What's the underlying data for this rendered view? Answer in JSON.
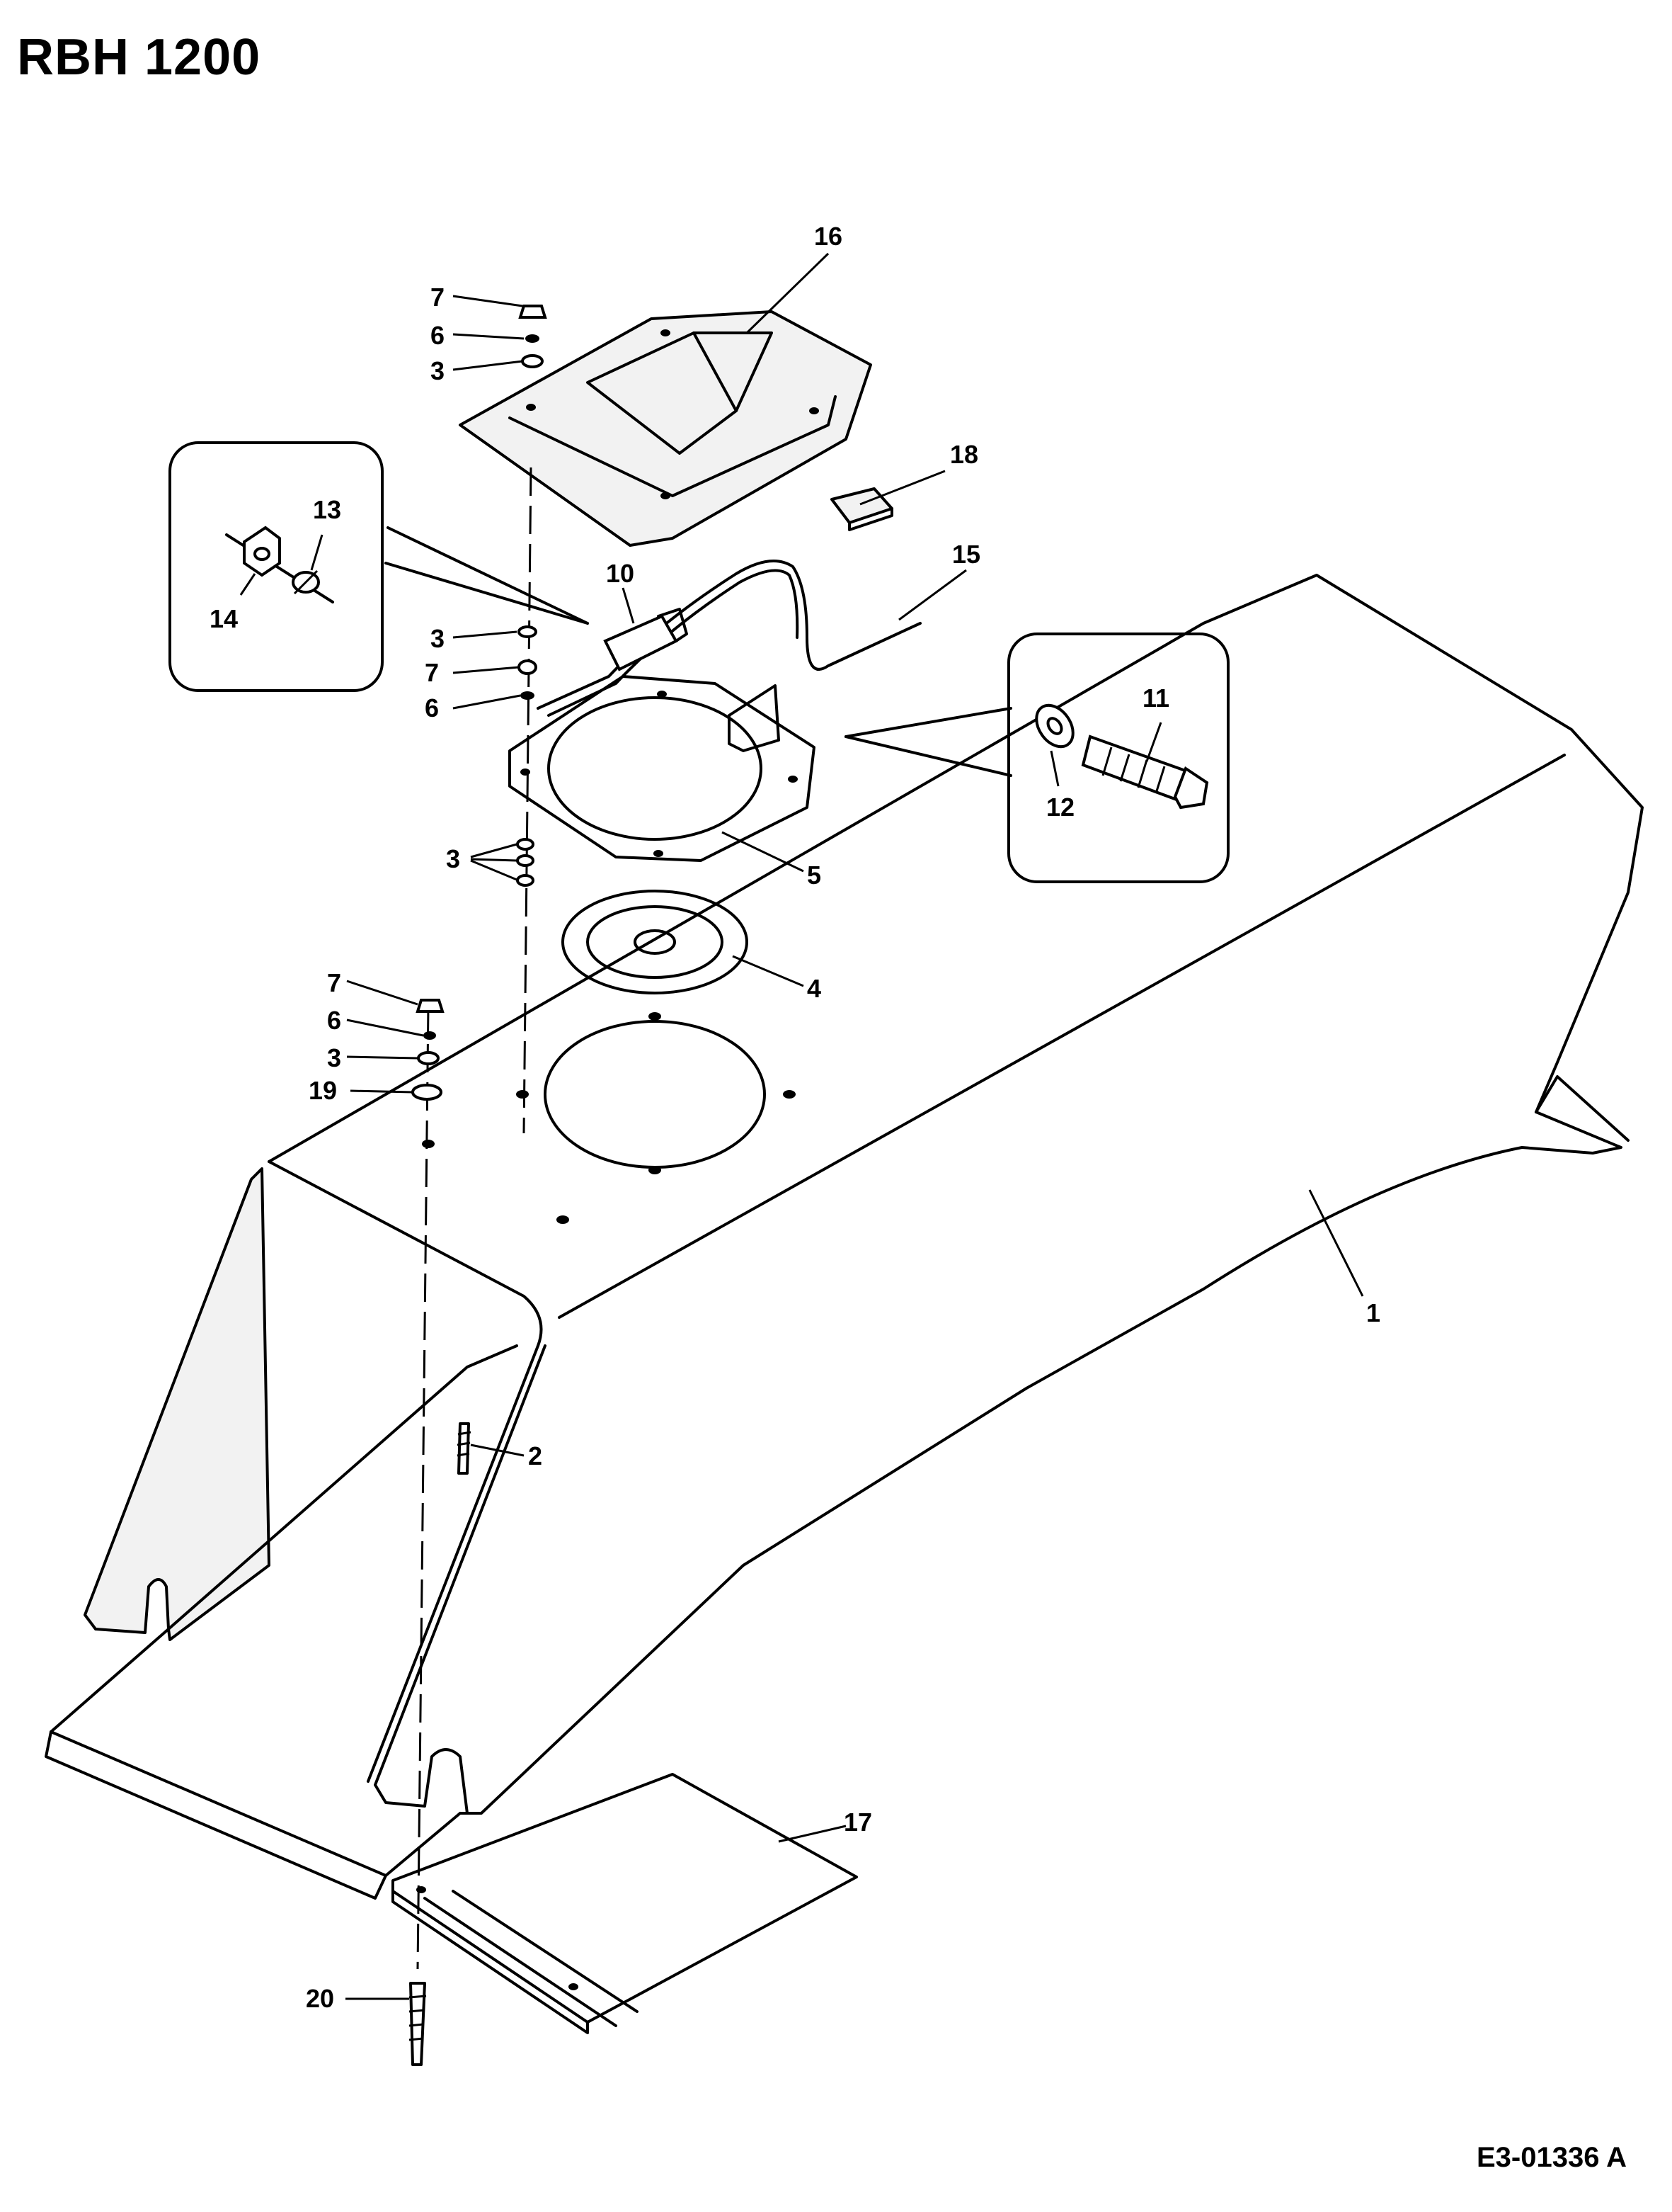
{
  "title": "RBH 1200",
  "doc_code": "E3-01336 A",
  "callouts": {
    "c1": "1",
    "c2": "2",
    "c3a": "3",
    "c3b": "3",
    "c3c": "3",
    "c3d": "3",
    "c4": "4",
    "c5": "5",
    "c6a": "6",
    "c6b": "6",
    "c6c": "6",
    "c7a": "7",
    "c7b": "7",
    "c7c": "7",
    "c10": "10",
    "c11": "11",
    "c12": "12",
    "c13": "13",
    "c14": "14",
    "c15": "15",
    "c16": "16",
    "c17": "17",
    "c18": "18",
    "c19": "19",
    "c20": "20"
  }
}
